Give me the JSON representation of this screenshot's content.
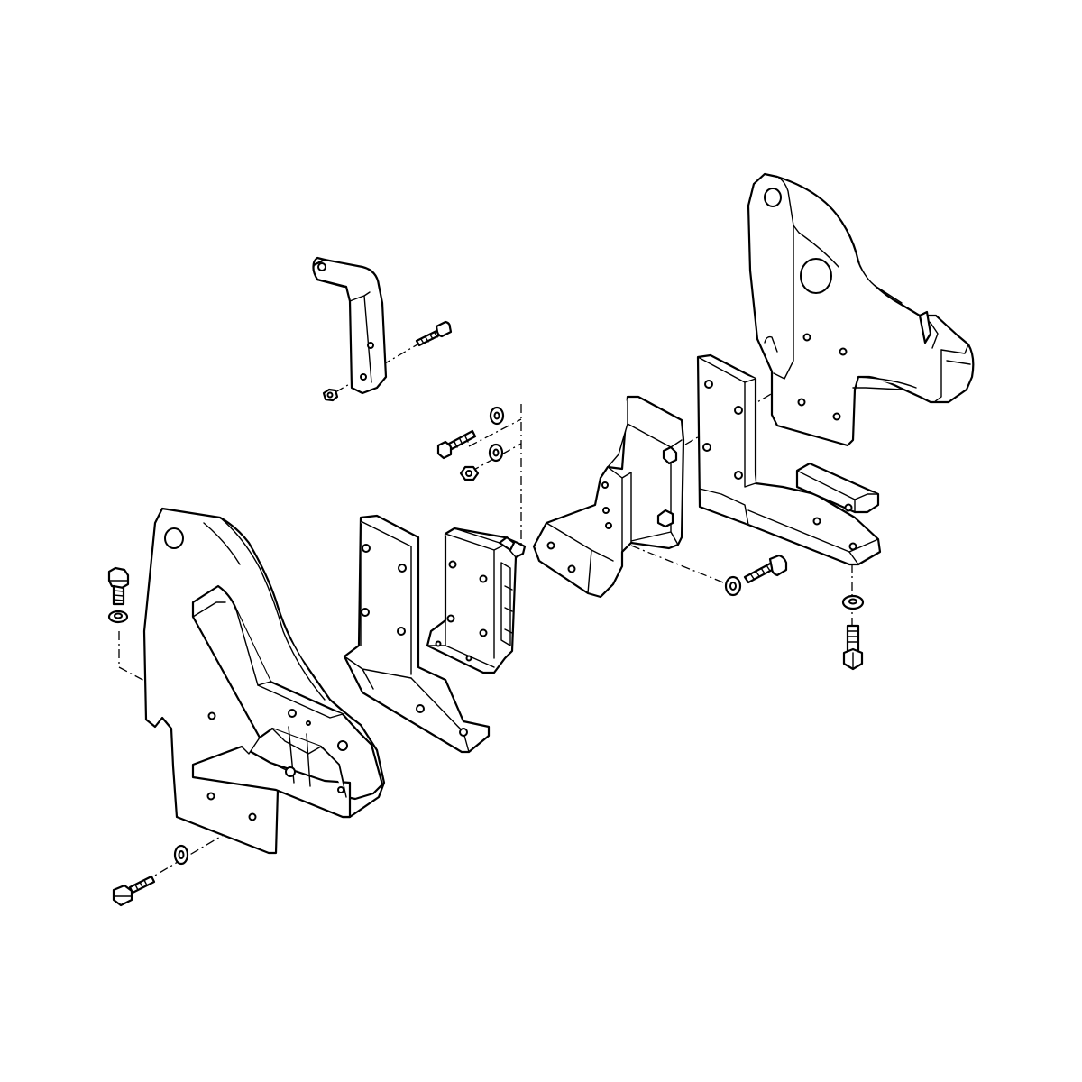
{
  "diagram": {
    "type": "exploded-assembly",
    "line_color": "#000000",
    "background": "#ffffff",
    "parts": [
      "small-bracket",
      "right-side-plate",
      "left-side-plate",
      "flat-spacer-plate-left",
      "clamp-block",
      "angle-bracket",
      "flat-spacer-plate-right",
      "short-link-plate",
      "bolt",
      "washer",
      "nut"
    ]
  }
}
